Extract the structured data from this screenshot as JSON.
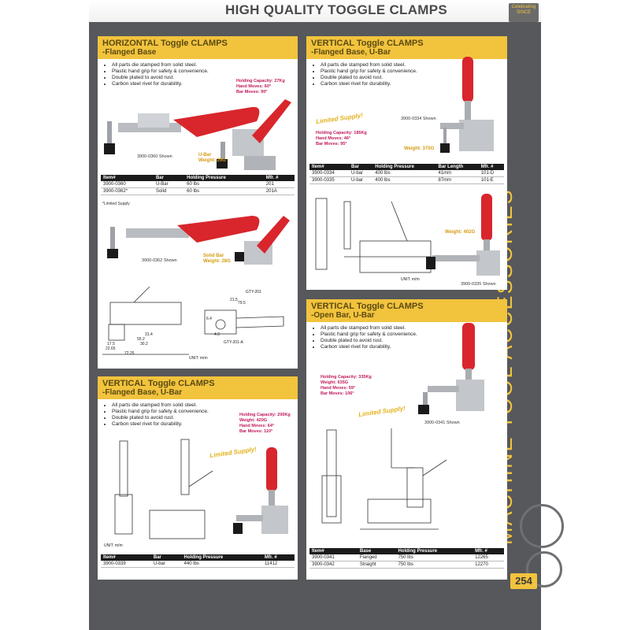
{
  "header": {
    "title": "HIGH QUALITY TOGGLE CLAMPS",
    "logo_line1": "Celebrating",
    "logo_line2": "SINCE"
  },
  "side": {
    "vertical_text": "MACHINE TOOL ACCESSORIES",
    "page_number": "254"
  },
  "features": [
    "All parts die stamped from solid steel.",
    "Plastic hand grip for safety & convenience.",
    "Double plated to avoid rust.",
    "Carbon steel rivet for durability."
  ],
  "panel1": {
    "title": "HORIZONTAL Toggle CLAMPS",
    "subtitle": "-Flanged Base",
    "spec": [
      "Holding Capacity: 27Kg",
      "Hand Moves: 60°",
      "Bar Moves: 90°"
    ],
    "shown1": "3900-0360 Shown",
    "ubar_label": "U-Bar",
    "ubar_weight": "Weight: 29G",
    "table": {
      "headers": [
        "Item#",
        "Bar",
        "Holding Pressure",
        "Mfr. #"
      ],
      "rows": [
        [
          "3900-0360",
          "U-Bar",
          "60 lbs",
          "201"
        ],
        [
          "3900-0362*",
          "Solid",
          "60 lbs",
          "201A"
        ]
      ]
    },
    "note": "*Limited Supply",
    "shown2": "3900-0362 Shown",
    "solid_label": "Solid Bar",
    "solid_weight": "Weight: 28G",
    "drawing_labels": [
      "GTY-201",
      "GTY-201-A",
      "UNIT: m/m",
      "79.5",
      "72.25",
      "22.65",
      "17.5",
      "55.2",
      "30.2",
      "31.4",
      "21.5",
      "6.4",
      "4.3"
    ]
  },
  "panel2": {
    "title": "VERTICAL Toggle CLAMPS",
    "subtitle": "-Flanged Base, U-Bar",
    "limited": "Limited Supply!",
    "spec": [
      "Holding Capacity: 185Kg",
      "Hand Moves: 46°",
      "Bar Moves: 95°"
    ],
    "shown1": "3900-0334 Shown",
    "weight1": "Weight: 370G",
    "table": {
      "headers": [
        "Item#",
        "Bar",
        "Holding Pressure",
        "Bar Length",
        "Mfr. #"
      ],
      "rows": [
        [
          "3900-0334",
          "U-bar",
          "400 lbs",
          "41mm",
          "101-D"
        ],
        [
          "3900-0335",
          "U-bar",
          "400 lbs",
          "87mm",
          "101-E"
        ]
      ]
    },
    "weight2": "Weight: 402G",
    "shown2": "3900-0335 Shown",
    "unit": "UNIT: m/m"
  },
  "panel3": {
    "title": "VERTICAL Toggle CLAMPS",
    "subtitle": "-Flanged Base, U-Bar",
    "spec": [
      "Holding Capacity: 200Kg",
      "Weight: 420G",
      "Hand Moves: 64°",
      "Bar Moves: 110°"
    ],
    "limited": "Limited Supply!",
    "unit": "UNIT: m/m",
    "table": {
      "headers": [
        "Item#",
        "Bar",
        "Holding Pressure",
        "Mfr. #"
      ],
      "rows": [
        [
          "3900-0339",
          "U-bar",
          "440 lbs",
          "11412"
        ]
      ]
    }
  },
  "panel4": {
    "title": "VERTICAL Toggle CLAMPS",
    "subtitle": "-Open Bar, U-Bar",
    "spec": [
      "Holding Capacity: 335Kg",
      "Weight: 635G",
      "Hand Moves: 59°",
      "Bar Moves: 106°"
    ],
    "limited": "Limited Supply!",
    "shown": "3900-0341 Shown",
    "table": {
      "headers": [
        "Item#",
        "Base",
        "Holding Pressure",
        "Mfr. #"
      ],
      "rows": [
        [
          "3900-0341",
          "Flanged",
          "750 lbs",
          "12265"
        ],
        [
          "3900-0342",
          "Straight",
          "750 lbs",
          "12270"
        ]
      ]
    }
  },
  "colors": {
    "accent": "#f2c33d",
    "background": "#56585c",
    "handle": "#d8262c",
    "spec_text": "#c0185a"
  }
}
